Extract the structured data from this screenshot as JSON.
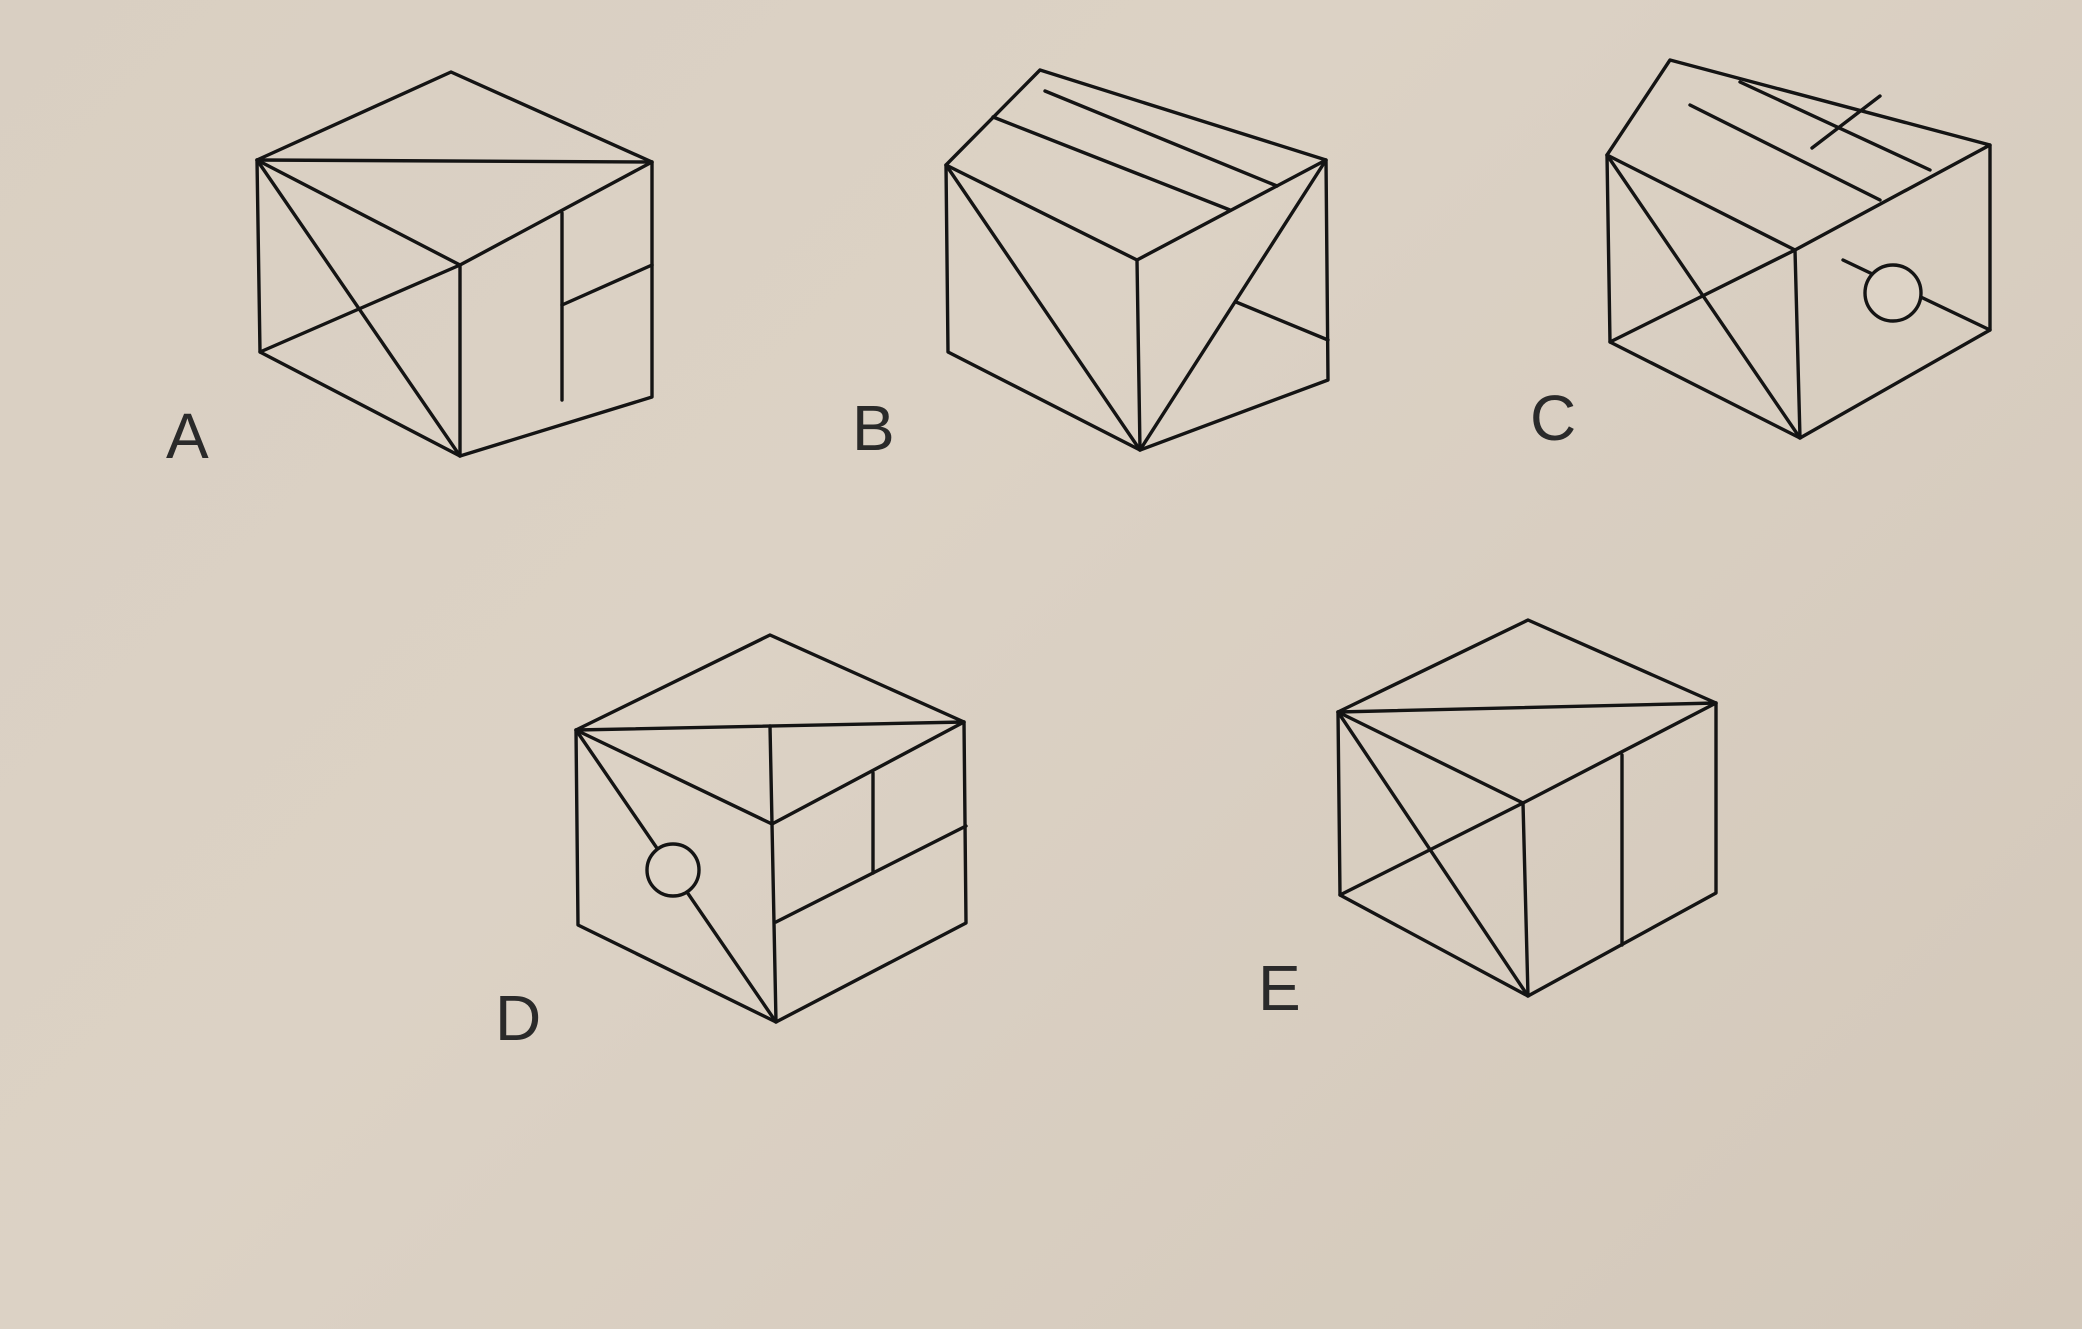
{
  "options": [
    {
      "id": "A",
      "label": "A"
    },
    {
      "id": "B",
      "label": "B"
    },
    {
      "id": "C",
      "label": "C"
    },
    {
      "id": "D",
      "label": "D"
    },
    {
      "id": "E",
      "label": "E"
    }
  ],
  "colors": {
    "paper": "#dbd1c4",
    "ink": "#141414"
  }
}
